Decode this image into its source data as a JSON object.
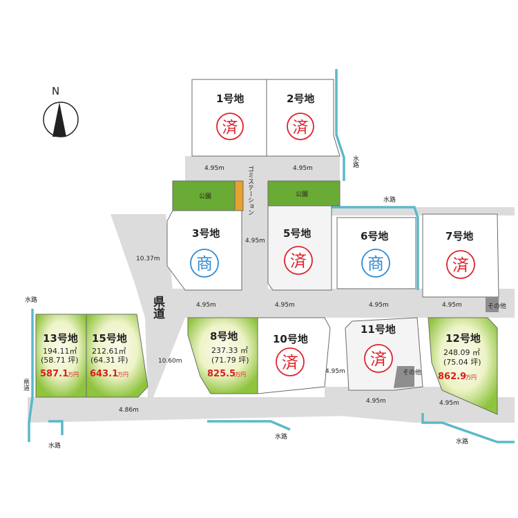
{
  "compass": {
    "label": "N"
  },
  "lots": [
    {
      "id": "1",
      "name": "1号地",
      "status": "済"
    },
    {
      "id": "2",
      "name": "2号地",
      "status": "済"
    },
    {
      "id": "3",
      "name": "3号地",
      "status": "商"
    },
    {
      "id": "5",
      "name": "5号地",
      "status": "済"
    },
    {
      "id": "6",
      "name": "6号地",
      "status": "商"
    },
    {
      "id": "7",
      "name": "7号地",
      "status": "済"
    },
    {
      "id": "8",
      "name": "8号地",
      "area": "237.33 ㎡",
      "tsubo": "(71.79 坪)",
      "price": "825.5",
      "unit": "万円"
    },
    {
      "id": "10",
      "name": "10号地",
      "status": "済"
    },
    {
      "id": "11",
      "name": "11号地",
      "status": "済"
    },
    {
      "id": "12",
      "name": "12号地",
      "area": "248.09 ㎡",
      "tsubo": "(75.04 坪)",
      "price": "862.9",
      "unit": "万円"
    },
    {
      "id": "13",
      "name": "13号地",
      "area": "194.11㎡",
      "tsubo": "(58.71 坪)",
      "price": "587.1",
      "unit": "万円"
    },
    {
      "id": "15",
      "name": "15号地",
      "area": "212.61㎡",
      "tsubo": "(64.31 坪)",
      "price": "643.1",
      "unit": "万円"
    }
  ],
  "parks": [
    "公園",
    "公園"
  ],
  "garbage_station": "ゴミステーション",
  "prefectural_road": "県道",
  "waterway": "水路",
  "other": "その他",
  "measurements": {
    "m1": "4.95m",
    "m2": "4.95m",
    "m3": "4.95m",
    "m4": "10.37m",
    "m5": "4.95m",
    "m6": "4.95m",
    "m7": "4.95m",
    "m8": "4.95m",
    "m9": "10.60m",
    "m10": "4.95m",
    "m11": "4.95m",
    "m12": "4.86m",
    "m13": "4.95m"
  },
  "colors": {
    "road": "#dcdcdc",
    "lot_sold": "#ffffff",
    "lot_gray": "#f4f4f4",
    "lot_available": "#8fc43f",
    "lot_available_light": "#f2f5d6",
    "park": "#6aab35",
    "water": "#5bb8c9",
    "sold_mark": "#e0202a",
    "commercial_mark": "#2f8ad1",
    "price": "#d81e1e"
  }
}
